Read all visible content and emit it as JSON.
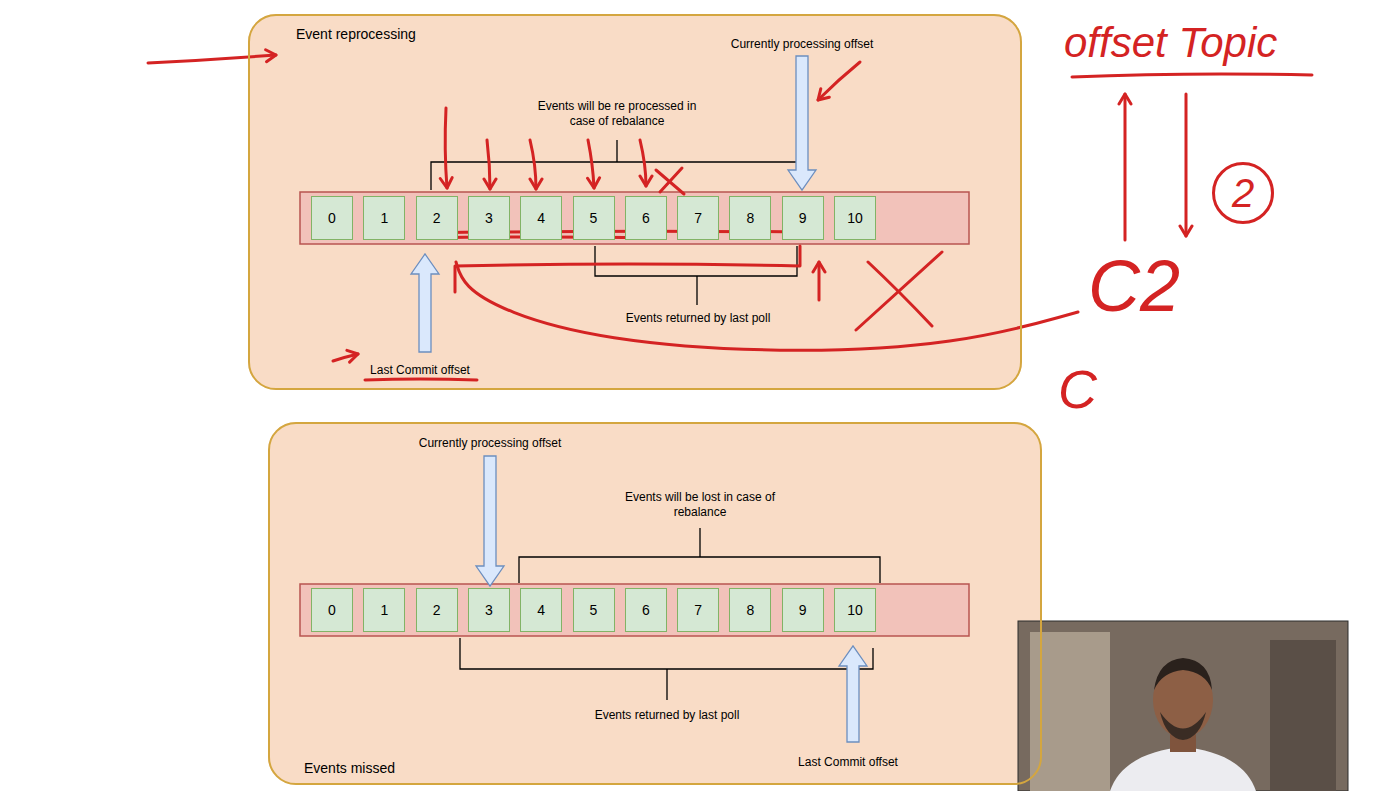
{
  "diagram": {
    "nodes": [
      {
        "text": [
          "Event reprocessing"
        ]
      },
      {
        "text": [
          "0"
        ],
        "in": 0
      },
      {
        "text": [
          "1"
        ],
        "in": 0
      },
      {
        "text": [
          "2"
        ],
        "in": 0
      },
      {
        "text": [
          "3"
        ],
        "in": 0
      },
      {
        "text": [
          "4"
        ],
        "in": 0
      },
      {
        "text": [
          "5"
        ],
        "in": 0
      },
      {
        "text": [
          "6"
        ],
        "in": 0
      },
      {
        "text": [
          "7"
        ],
        "in": 0
      },
      {
        "text": [
          "8"
        ],
        "in": 0
      },
      {
        "text": [
          "9"
        ],
        "in": 0
      },
      {
        "text": [
          "10"
        ],
        "in": 0
      },
      {
        "text": [
          "Events missed"
        ]
      },
      {
        "text": [
          "0"
        ],
        "in": 12
      },
      {
        "text": [
          "1"
        ],
        "in": 12
      },
      {
        "text": [
          "2"
        ],
        "in": 12
      },
      {
        "text": [
          "3"
        ],
        "in": 12
      },
      {
        "text": [
          "4"
        ],
        "in": 12
      },
      {
        "text": [
          "5"
        ],
        "in": 12
      },
      {
        "text": [
          "6"
        ],
        "in": 12
      },
      {
        "text": [
          "7"
        ],
        "in": 12
      },
      {
        "text": [
          "8"
        ],
        "in": 12
      },
      {
        "text": [
          "9"
        ],
        "in": 12
      },
      {
        "text": [
          "10"
        ],
        "in": 12
      },
      {
        "text": [
          "2"
        ]
      }
    ],
    "labels": [
      "Currently processing offset",
      "Events will be re processed in case of rebalance",
      "Events returned by last poll",
      "Last Commit offset",
      "offset Topic",
      "C2",
      "C",
      "Currently processing offset",
      "Events will be lost in case of rebalance",
      "Events returned by last poll",
      "Last Commit offset"
    ]
  }
}
